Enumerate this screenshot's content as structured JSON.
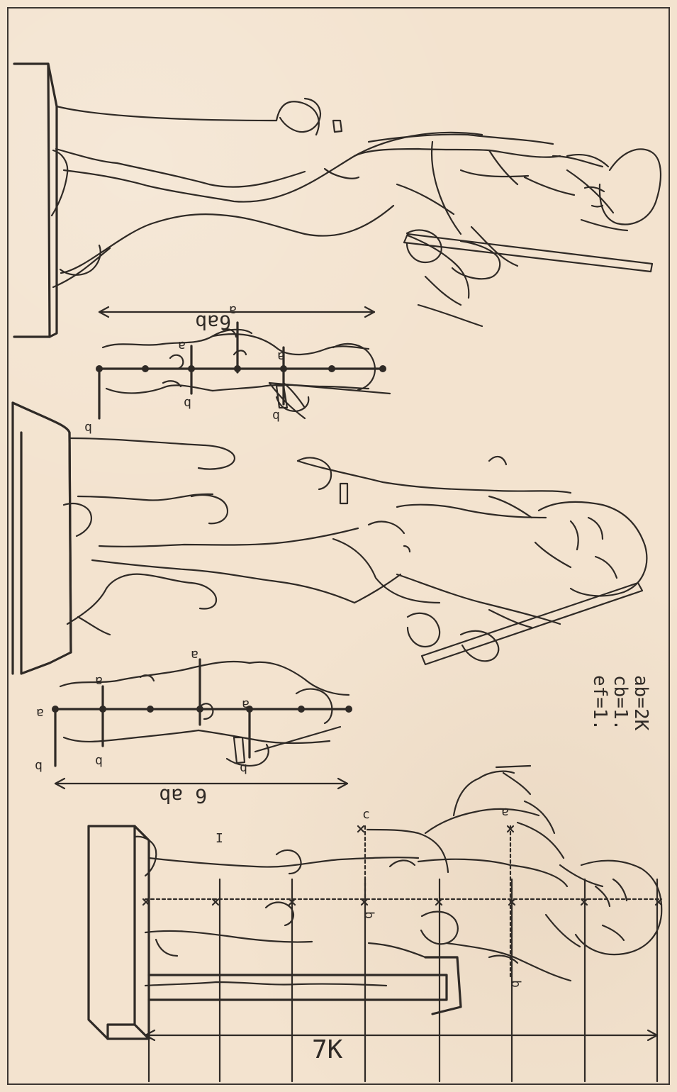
{
  "image": {
    "labels": {
      "top_measure": "6ab",
      "top_mark_a_1": "a",
      "top_mark_a_2": "a",
      "top_mark_a_3": "a",
      "top_mark_b_1": "b",
      "top_mark_b_2": "b",
      "top_mark_b_3": "b",
      "middle_measure": "6 ab",
      "middle_mark_a_1": "a",
      "middle_mark_a_2": "a",
      "middle_mark_a_3": "a",
      "middle_mark_a_4": "a",
      "middle_mark_b_1": "b",
      "middle_mark_b_2": "b",
      "middle_mark_b_3": "b",
      "bottom_scale": "7K",
      "bottom_mark_a": "a",
      "bottom_mark_b_1": "b",
      "bottom_mark_b_2": "b",
      "bottom_mark_c": "c",
      "bottom_mark_i": "I",
      "formula_1": "ab=2K",
      "formula_2": "cb=1.",
      "formula_3": "ef=1."
    }
  }
}
